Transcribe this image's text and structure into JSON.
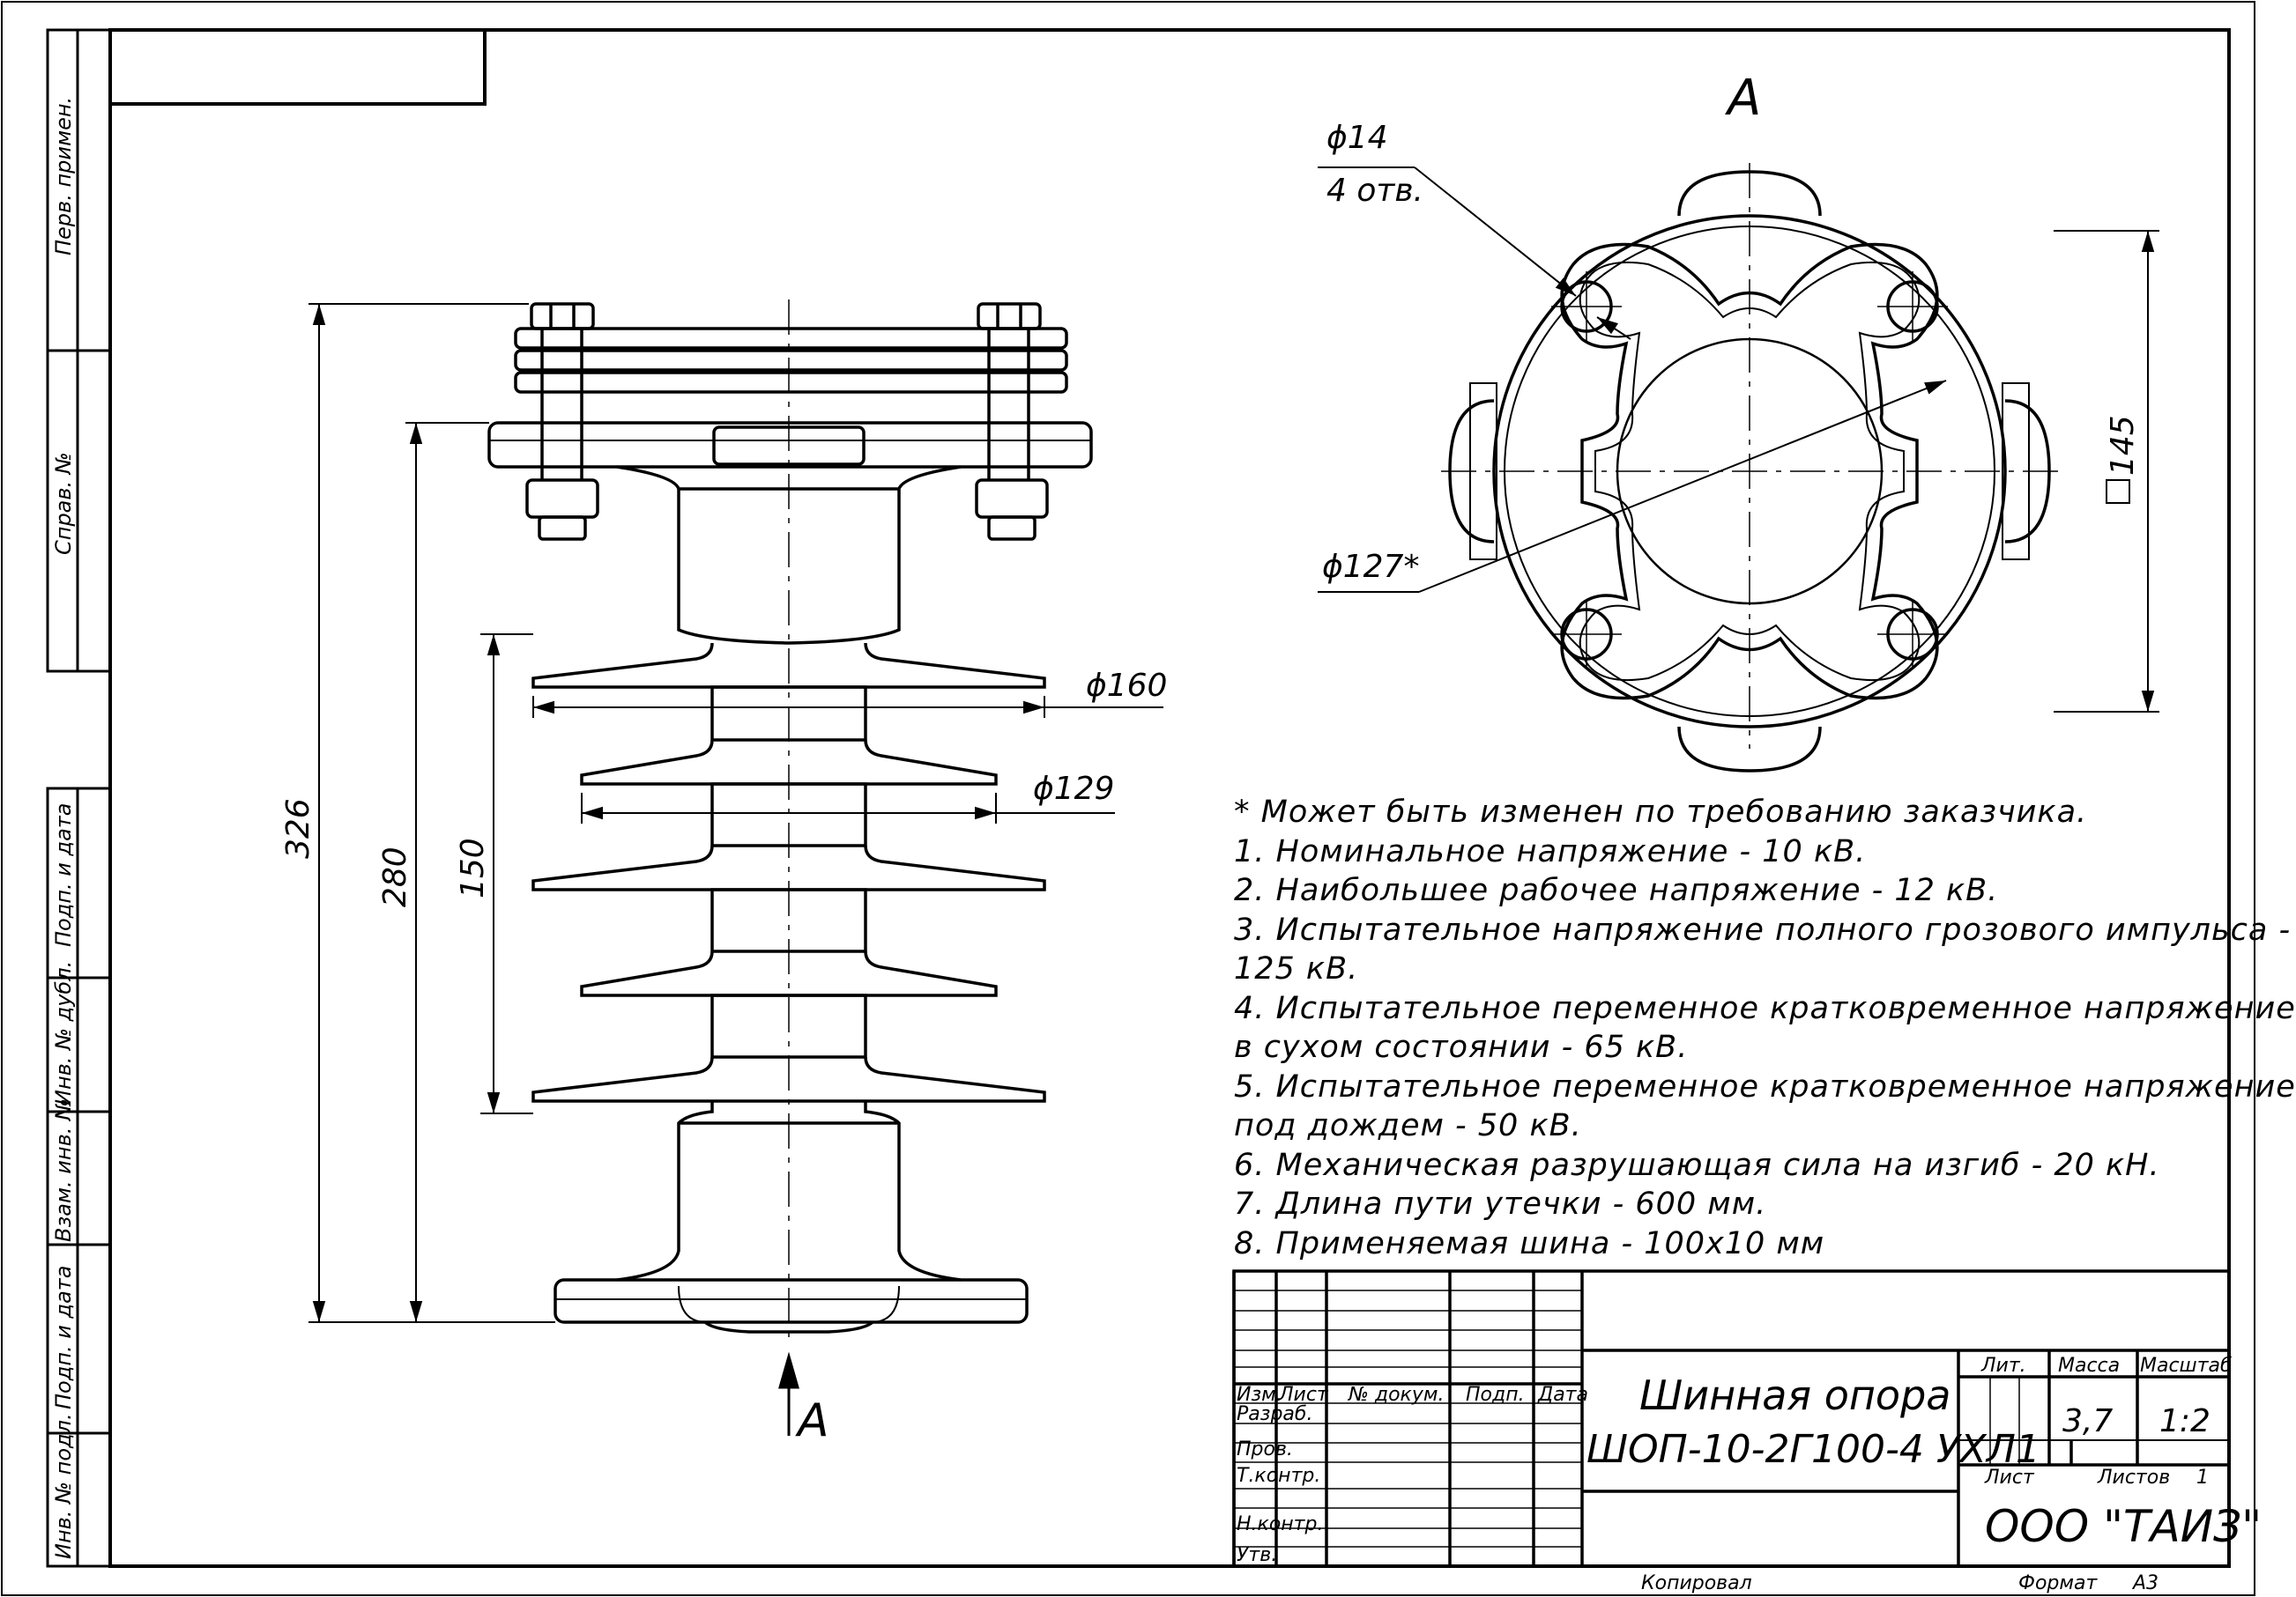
{
  "view_label_top": "А",
  "view_label_bottom": "А",
  "dimensions": {
    "overall_height": "326",
    "body_height": "280",
    "shed_span": "150",
    "shed_diameter_large": "ϕ160",
    "shed_diameter_small": "ϕ129",
    "hole_diameter": "ϕ14",
    "hole_count": "4 отв.",
    "circle_diameter": "ϕ127*",
    "square_size": "145"
  },
  "notes": [
    "* Может быть изменен по требованию заказчика.",
    "1. Номинальное напряжение - 10 кВ.",
    "2. Наибольшее рабочее напряжение - 12 кВ.",
    "3. Испытательное напряжение полного грозового импульса -",
    "125 кВ.",
    "4. Испытательное переменное кратковременное напряжение",
    "в сухом состоянии - 65 кВ.",
    "5. Испытательное переменное кратковременное напряжение",
    "под дождем - 50 кВ.",
    "6. Механическая разрушающая сила на изгиб - 20 кН.",
    "7. Длина пути утечки - 600 мм.",
    "8. Применяемая шина - 100х10 мм"
  ],
  "side_stamp": {
    "perv_primen": "Перв. примен.",
    "sprav_no": "Справ. №",
    "podp_data_1": "Подп. и дата",
    "inv_dubl": "Инв. № дубл.",
    "vzam_inv": "Взам. инв. №",
    "podp_data_2": "Подп. и дата",
    "inv_podl": "Инв. № подл."
  },
  "title_block": {
    "col_izm": "Изм.",
    "col_list": "Лист",
    "col_dokum": "№ докум.",
    "col_podp": "Подп.",
    "col_data": "Дата",
    "row_razrab": "Разраб.",
    "row_prov": "Пров.",
    "row_tkontr": "Т.контр.",
    "row_nkontr": "Н.контр.",
    "row_utv": "Утв.",
    "title_line1": "Шинная опора",
    "title_line2": "ШОП-10-2Г100-4 УХЛ1",
    "lit_label": "Лит.",
    "massa_label": "Масса",
    "masshtab_label": "Масштаб",
    "massa_value": "3,7",
    "masshtab_value": "1:2",
    "list_label": "Лист",
    "listov_label": "Листов",
    "listov_value": "1",
    "company": "ООО \"ТАИЗ\"",
    "kopiroval": "Копировал",
    "format_label": "Формат",
    "format_value": "А3"
  }
}
